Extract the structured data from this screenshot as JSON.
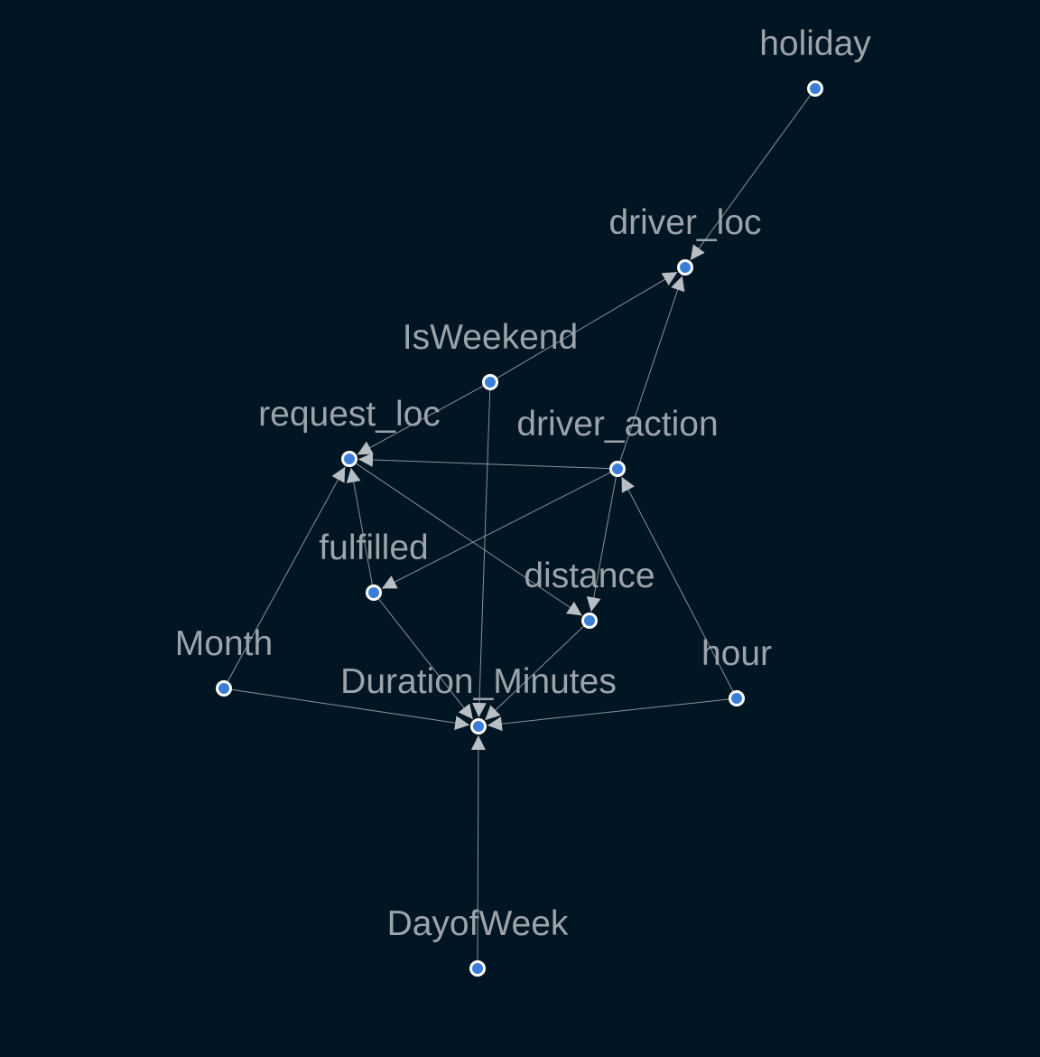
{
  "colors": {
    "background": "#011522",
    "node_fill": "#3b7dd8",
    "node_stroke": "#ffffff",
    "edge": "#8a939b",
    "label": "#9ba4ab"
  },
  "graph": {
    "nodes": [
      {
        "id": "holiday",
        "label": "holiday"
      },
      {
        "id": "driver_loc",
        "label": "driver_loc"
      },
      {
        "id": "IsWeekend",
        "label": "IsWeekend"
      },
      {
        "id": "request_loc",
        "label": "request_loc"
      },
      {
        "id": "driver_action",
        "label": "driver_action"
      },
      {
        "id": "fulfilled",
        "label": "fulfilled"
      },
      {
        "id": "distance",
        "label": "distance"
      },
      {
        "id": "Month",
        "label": "Month"
      },
      {
        "id": "hour",
        "label": "hour"
      },
      {
        "id": "Duration_Minutes",
        "label": "Duration_Minutes"
      },
      {
        "id": "DayofWeek",
        "label": "DayofWeek"
      }
    ],
    "edges": [
      {
        "source": "holiday",
        "target": "driver_loc"
      },
      {
        "source": "IsWeekend",
        "target": "driver_loc"
      },
      {
        "source": "IsWeekend",
        "target": "request_loc"
      },
      {
        "source": "IsWeekend",
        "target": "Duration_Minutes"
      },
      {
        "source": "driver_action",
        "target": "driver_loc"
      },
      {
        "source": "driver_action",
        "target": "request_loc"
      },
      {
        "source": "driver_action",
        "target": "fulfilled"
      },
      {
        "source": "driver_action",
        "target": "distance"
      },
      {
        "source": "request_loc",
        "target": "distance"
      },
      {
        "source": "fulfilled",
        "target": "request_loc"
      },
      {
        "source": "fulfilled",
        "target": "Duration_Minutes"
      },
      {
        "source": "Month",
        "target": "request_loc"
      },
      {
        "source": "Month",
        "target": "Duration_Minutes"
      },
      {
        "source": "distance",
        "target": "Duration_Minutes"
      },
      {
        "source": "hour",
        "target": "driver_action"
      },
      {
        "source": "hour",
        "target": "Duration_Minutes"
      },
      {
        "source": "DayofWeek",
        "target": "Duration_Minutes"
      }
    ]
  }
}
